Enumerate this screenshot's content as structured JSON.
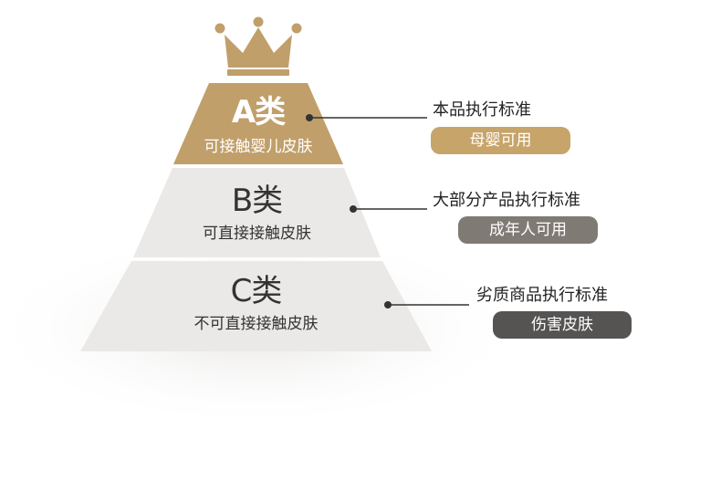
{
  "colors": {
    "gold": "#c09f6a",
    "tier_fill": "#ebe9e7",
    "pill_a": "#c7a46a",
    "pill_b": "#807a74",
    "pill_c": "#555453",
    "line": "#333333"
  },
  "crown_icon": "crown-icon",
  "tiers": [
    {
      "id": "a",
      "title": "A类",
      "subtitle": "可接触婴儿皮肤",
      "standard": "本品执行标准",
      "usage": "母婴可用"
    },
    {
      "id": "b",
      "title": "B类",
      "subtitle": "可直接接触皮肤",
      "standard": "大部分产品执行标准",
      "usage": "成年人可用"
    },
    {
      "id": "c",
      "title": "C类",
      "subtitle": "不可直接接触皮肤",
      "standard": "劣质商品执行标准",
      "usage": "伤害皮肤"
    }
  ]
}
